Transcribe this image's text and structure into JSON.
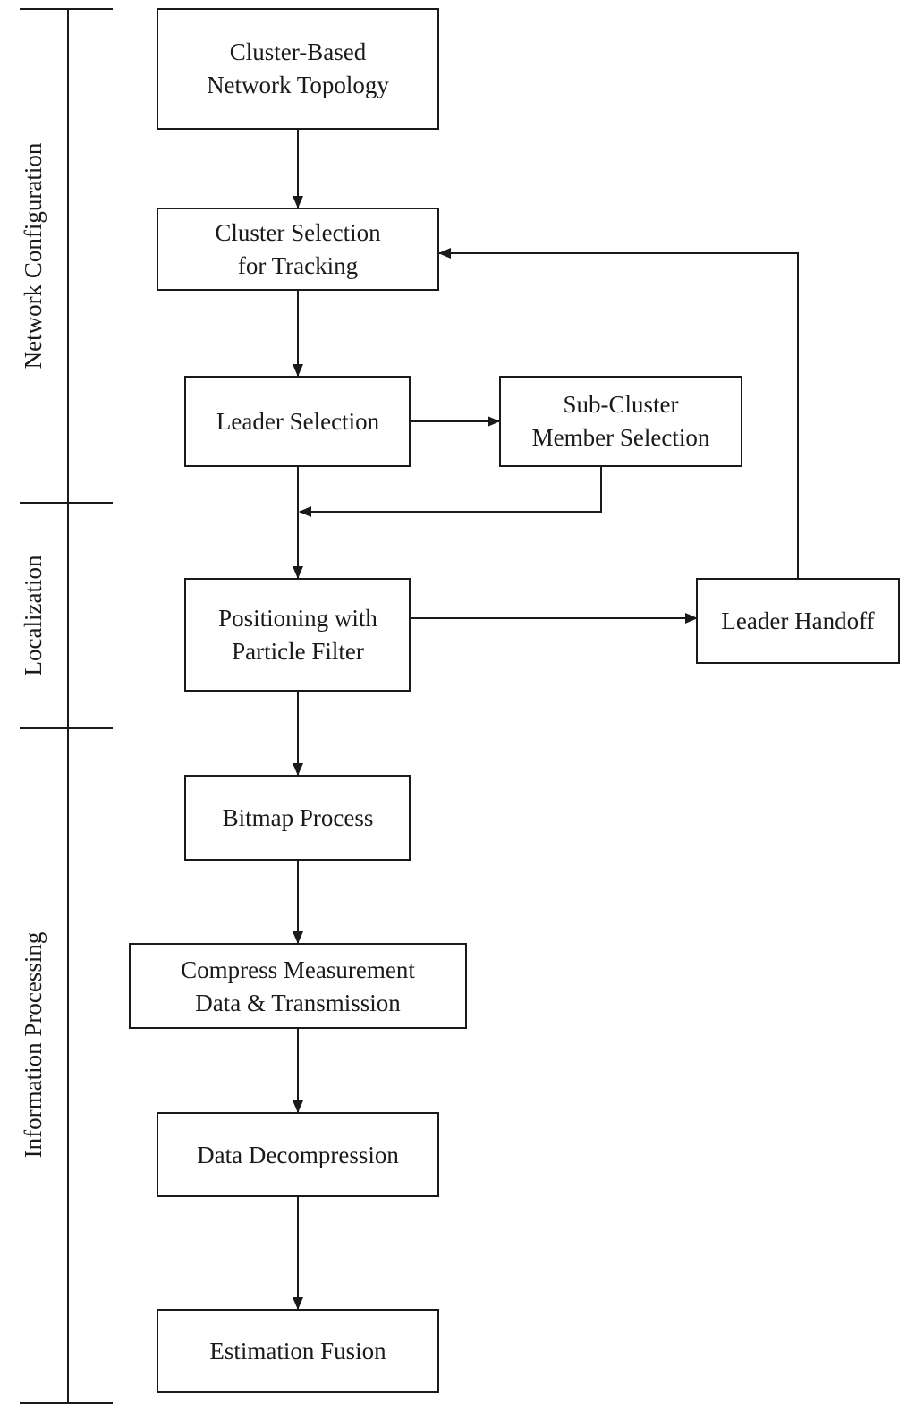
{
  "phases": [
    {
      "id": "network-configuration",
      "label": "Network Configuration"
    },
    {
      "id": "localization",
      "label": "Localization"
    },
    {
      "id": "information-processing",
      "label": "Information Processing"
    }
  ],
  "nodes": [
    {
      "id": "cluster-based-topology",
      "lines": [
        "Cluster-Based",
        "Network Topology"
      ]
    },
    {
      "id": "cluster-selection",
      "lines": [
        "Cluster Selection",
        "for Tracking"
      ]
    },
    {
      "id": "leader-selection",
      "lines": [
        "Leader Selection"
      ]
    },
    {
      "id": "sub-cluster-member-selection",
      "lines": [
        "Sub-Cluster",
        "Member Selection"
      ]
    },
    {
      "id": "positioning-particle-filter",
      "lines": [
        "Positioning with",
        "Particle Filter"
      ]
    },
    {
      "id": "leader-handoff",
      "lines": [
        "Leader Handoff"
      ]
    },
    {
      "id": "bitmap-process",
      "lines": [
        "Bitmap Process"
      ]
    },
    {
      "id": "compress-measurement",
      "lines": [
        "Compress Measurement",
        "Data & Transmission"
      ]
    },
    {
      "id": "data-decompression",
      "lines": [
        "Data Decompression"
      ]
    },
    {
      "id": "estimation-fusion",
      "lines": [
        "Estimation Fusion"
      ]
    }
  ],
  "edges": [
    {
      "from": "cluster-based-topology",
      "to": "cluster-selection"
    },
    {
      "from": "cluster-selection",
      "to": "leader-selection"
    },
    {
      "from": "leader-selection",
      "to": "sub-cluster-member-selection"
    },
    {
      "from": "sub-cluster-member-selection",
      "to": "positioning-particle-filter"
    },
    {
      "from": "leader-selection",
      "to": "positioning-particle-filter"
    },
    {
      "from": "positioning-particle-filter",
      "to": "leader-handoff"
    },
    {
      "from": "leader-handoff",
      "to": "cluster-selection"
    },
    {
      "from": "positioning-particle-filter",
      "to": "bitmap-process"
    },
    {
      "from": "bitmap-process",
      "to": "compress-measurement"
    },
    {
      "from": "compress-measurement",
      "to": "data-decompression"
    },
    {
      "from": "data-decompression",
      "to": "estimation-fusion"
    }
  ]
}
